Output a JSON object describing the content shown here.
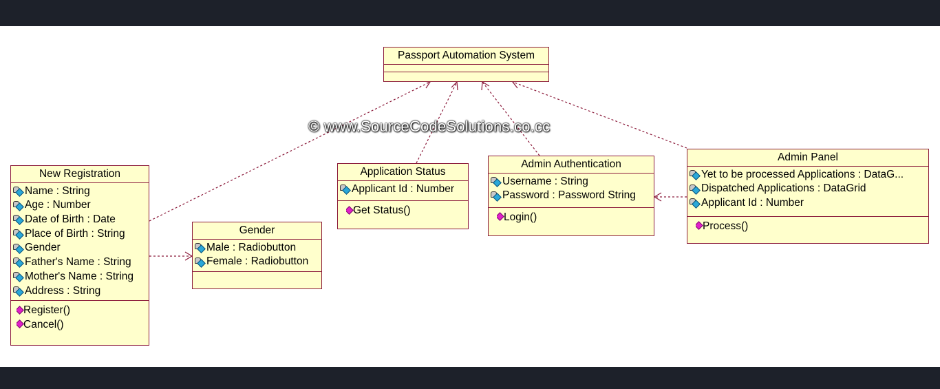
{
  "watermark": "© www.SourceCodeSolutions.co.cc",
  "colors": {
    "box_fill": "#ffffcc",
    "border": "#8b1a3a",
    "op_icon": "#e020c8",
    "attr_icon": "#2aa8d8"
  },
  "classes": {
    "passport": {
      "name": "Passport Automation System",
      "attributes": [],
      "operations": []
    },
    "new_registration": {
      "name": "New Registration",
      "attributes": [
        "Name : String",
        "Age : Number",
        "Date of Birth : Date",
        "Place of Birth : String",
        "Gender",
        "Father's Name : String",
        "Mother's Name : String",
        "Address : String"
      ],
      "operations": [
        "Register()",
        "Cancel()"
      ]
    },
    "gender": {
      "name": "Gender",
      "attributes": [
        "Male : Radiobutton",
        "Female : Radiobutton"
      ],
      "operations": []
    },
    "application_status": {
      "name": "Application Status",
      "attributes": [
        "Applicant Id : Number"
      ],
      "operations": [
        "Get Status()"
      ]
    },
    "admin_authentication": {
      "name": "Admin Authentication",
      "attributes": [
        "Username : String",
        "Password : Password String"
      ],
      "operations": [
        "Login()"
      ]
    },
    "admin_panel": {
      "name": "Admin Panel",
      "attributes": [
        "Yet to be processed Applications : DataG...",
        "Dispatched Applications : DataGrid",
        "Applicant Id : Number"
      ],
      "operations": [
        "Process()"
      ]
    }
  }
}
